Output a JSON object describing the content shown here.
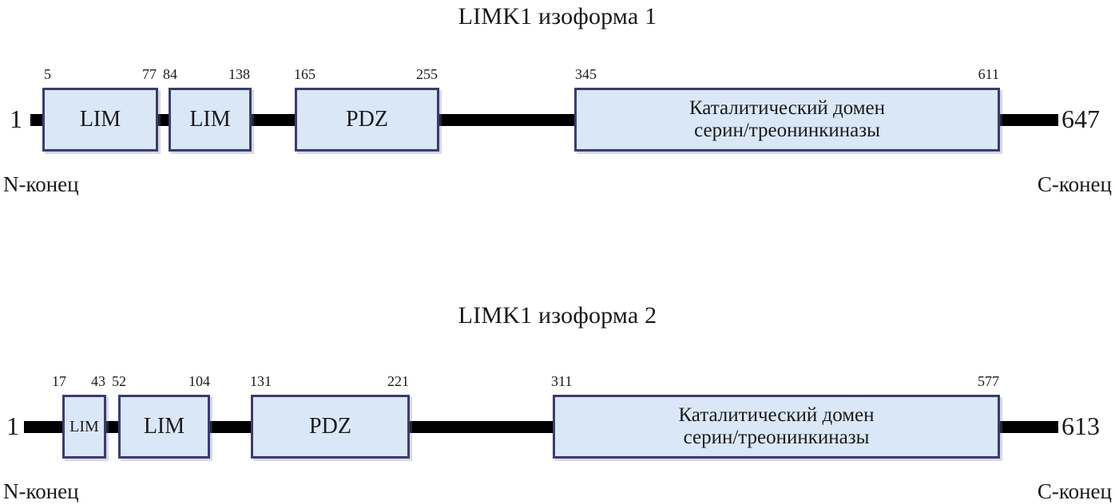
{
  "colors": {
    "domain_fill": "#d9e7f7",
    "domain_border": "#3a3c72",
    "backbone": "#000000",
    "text": "#1a1a1a"
  },
  "diagrams": [
    {
      "id": "isoform-1",
      "title": "LIMK1 изоформа 1",
      "start_residue": "1",
      "end_residue": "647",
      "n_terminus_label": "N-конец",
      "c_terminus_label": "C-конец",
      "domains": [
        {
          "name": "LIM",
          "label": "LIM",
          "start": "5",
          "end": "77"
        },
        {
          "name": "LIM",
          "label": "LIM",
          "start": "84",
          "end": "138"
        },
        {
          "name": "PDZ",
          "label": "PDZ",
          "start": "165",
          "end": "255"
        },
        {
          "name": "kinase",
          "label": "Каталитический домен\nсерин/треонинкиназы",
          "label_line1": "Каталитический домен",
          "label_line2": "серин/треонинкиназы",
          "start": "345",
          "end": "611"
        }
      ]
    },
    {
      "id": "isoform-2",
      "title": "LIMK1 изоформа 2",
      "start_residue": "1",
      "end_residue": "613",
      "n_terminus_label": "N-конец",
      "c_terminus_label": "C-конец",
      "domains": [
        {
          "name": "LIM",
          "label": "LIM",
          "start": "17",
          "end": "43"
        },
        {
          "name": "LIM",
          "label": "LIM",
          "start": "52",
          "end": "104"
        },
        {
          "name": "PDZ",
          "label": "PDZ",
          "start": "131",
          "end": "221"
        },
        {
          "name": "kinase",
          "label": "Каталитический домен\nсерин/треонинкиназы",
          "label_line1": "Каталитический домен",
          "label_line2": "серин/треонинкиназы",
          "start": "311",
          "end": "577"
        }
      ]
    }
  ]
}
